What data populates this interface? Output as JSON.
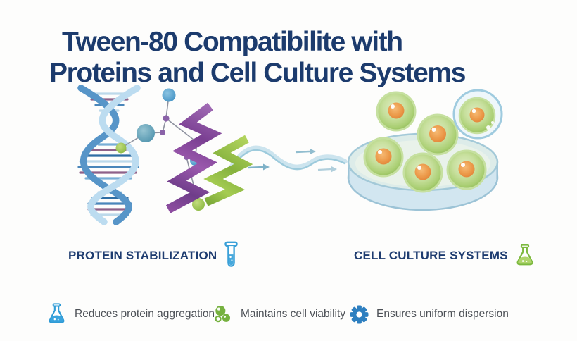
{
  "title": {
    "line1": "Tween-80 Compatibilite with",
    "line2": "Proteins and Cell Culture Systems"
  },
  "labels": {
    "protein_stabilization": "PROTEIN STABILIZATION",
    "cell_culture_systems": "CELL CULTURE SYSTEMS"
  },
  "benefits": [
    {
      "icon": "flask-icon",
      "label": "Reduces protein aggregation"
    },
    {
      "icon": "cells-icon",
      "label": "Maintains cell viability"
    },
    {
      "icon": "gear-icon",
      "label": "Ensures uniform dispersion"
    }
  ],
  "illustration": {
    "left_scene": "dna-helix-with-protein-ribbons-and-molecules",
    "flow": "wavy-surfactant-stream-with-arrows",
    "right_scene": "petri-dish-with-cells",
    "cells_in_dish": 6
  },
  "colors": {
    "title_navy": "#1c3b6d",
    "label_navy": "#1e3c70",
    "body_gray": "#4d5157",
    "icon_blue": "#2f9bd6",
    "icon_green": "#76b13f",
    "gear_blue": "#2d7fc0",
    "cell_green": "#9dc96d",
    "nucleus_orange": "#e8913f",
    "dish_blue": "#d2e6f0",
    "ribbon_purple": "#7a3f92",
    "ribbon_green": "#8fba3f",
    "dna_light_blue": "#bcdcf0",
    "dna_dark_blue": "#5795c8"
  }
}
